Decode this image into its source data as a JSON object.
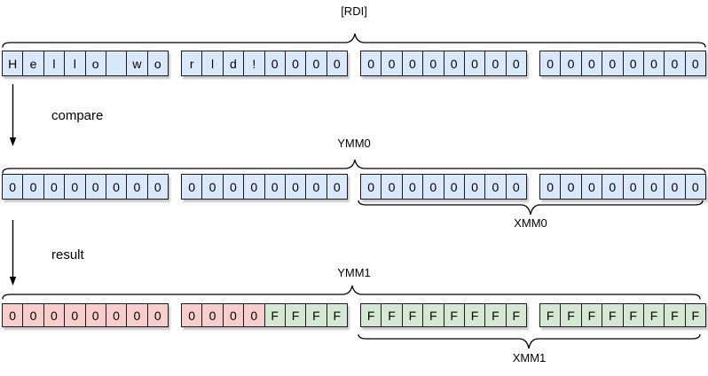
{
  "title": "SIMD string compare register diagram",
  "colors": {
    "background": "#ffffff",
    "cell_blue": "#dae8fc",
    "cell_pink": "#f8cecc",
    "cell_green": "#d5e8d4",
    "cell_border": "#1a1a1a",
    "line": "#000000"
  },
  "annotations": {
    "rdi": "[RDI]",
    "compare": "compare",
    "ymm0": "YMM0",
    "xmm0": "XMM0",
    "result": "result",
    "ymm1": "YMM1",
    "xmm1": "XMM1"
  },
  "icons": [
    "down-arrow-icon",
    "curly-brace"
  ],
  "rows": [
    {
      "name": "memory-rdi-row",
      "groups": [
        {
          "cells": [
            {
              "v": "H",
              "c": "blue"
            },
            {
              "v": "e",
              "c": "blue"
            },
            {
              "v": "l",
              "c": "blue"
            },
            {
              "v": "l",
              "c": "blue"
            },
            {
              "v": "o",
              "c": "blue"
            },
            {
              "v": " ",
              "c": "blue"
            },
            {
              "v": "w",
              "c": "blue"
            },
            {
              "v": "o",
              "c": "blue"
            }
          ]
        },
        {
          "cells": [
            {
              "v": "r",
              "c": "blue"
            },
            {
              "v": "l",
              "c": "blue"
            },
            {
              "v": "d",
              "c": "blue"
            },
            {
              "v": "!",
              "c": "blue"
            },
            {
              "v": "0",
              "c": "blue"
            },
            {
              "v": "0",
              "c": "blue"
            },
            {
              "v": "0",
              "c": "blue"
            },
            {
              "v": "0",
              "c": "blue"
            }
          ]
        },
        {
          "cells": [
            {
              "v": "0",
              "c": "blue"
            },
            {
              "v": "0",
              "c": "blue"
            },
            {
              "v": "0",
              "c": "blue"
            },
            {
              "v": "0",
              "c": "blue"
            },
            {
              "v": "0",
              "c": "blue"
            },
            {
              "v": "0",
              "c": "blue"
            },
            {
              "v": "0",
              "c": "blue"
            },
            {
              "v": "0",
              "c": "blue"
            }
          ]
        },
        {
          "cells": [
            {
              "v": "0",
              "c": "blue"
            },
            {
              "v": "0",
              "c": "blue"
            },
            {
              "v": "0",
              "c": "blue"
            },
            {
              "v": "0",
              "c": "blue"
            },
            {
              "v": "0",
              "c": "blue"
            },
            {
              "v": "0",
              "c": "blue"
            },
            {
              "v": "0",
              "c": "blue"
            },
            {
              "v": "0",
              "c": "blue"
            }
          ]
        }
      ]
    },
    {
      "name": "ymm0-row",
      "groups": [
        {
          "cells": [
            {
              "v": "0",
              "c": "blue"
            },
            {
              "v": "0",
              "c": "blue"
            },
            {
              "v": "0",
              "c": "blue"
            },
            {
              "v": "0",
              "c": "blue"
            },
            {
              "v": "0",
              "c": "blue"
            },
            {
              "v": "0",
              "c": "blue"
            },
            {
              "v": "0",
              "c": "blue"
            },
            {
              "v": "0",
              "c": "blue"
            }
          ]
        },
        {
          "cells": [
            {
              "v": "0",
              "c": "blue"
            },
            {
              "v": "0",
              "c": "blue"
            },
            {
              "v": "0",
              "c": "blue"
            },
            {
              "v": "0",
              "c": "blue"
            },
            {
              "v": "0",
              "c": "blue"
            },
            {
              "v": "0",
              "c": "blue"
            },
            {
              "v": "0",
              "c": "blue"
            },
            {
              "v": "0",
              "c": "blue"
            }
          ]
        },
        {
          "cells": [
            {
              "v": "0",
              "c": "blue"
            },
            {
              "v": "0",
              "c": "blue"
            },
            {
              "v": "0",
              "c": "blue"
            },
            {
              "v": "0",
              "c": "blue"
            },
            {
              "v": "0",
              "c": "blue"
            },
            {
              "v": "0",
              "c": "blue"
            },
            {
              "v": "0",
              "c": "blue"
            },
            {
              "v": "0",
              "c": "blue"
            }
          ]
        },
        {
          "cells": [
            {
              "v": "0",
              "c": "blue"
            },
            {
              "v": "0",
              "c": "blue"
            },
            {
              "v": "0",
              "c": "blue"
            },
            {
              "v": "0",
              "c": "blue"
            },
            {
              "v": "0",
              "c": "blue"
            },
            {
              "v": "0",
              "c": "blue"
            },
            {
              "v": "0",
              "c": "blue"
            },
            {
              "v": "0",
              "c": "blue"
            }
          ]
        }
      ]
    },
    {
      "name": "ymm1-result-row",
      "groups": [
        {
          "cells": [
            {
              "v": "0",
              "c": "pink"
            },
            {
              "v": "0",
              "c": "pink"
            },
            {
              "v": "0",
              "c": "pink"
            },
            {
              "v": "0",
              "c": "pink"
            },
            {
              "v": "0",
              "c": "pink"
            },
            {
              "v": "0",
              "c": "pink"
            },
            {
              "v": "0",
              "c": "pink"
            },
            {
              "v": "0",
              "c": "pink"
            }
          ]
        },
        {
          "cells": [
            {
              "v": "0",
              "c": "pink"
            },
            {
              "v": "0",
              "c": "pink"
            },
            {
              "v": "0",
              "c": "pink"
            },
            {
              "v": "0",
              "c": "pink"
            },
            {
              "v": "F",
              "c": "green"
            },
            {
              "v": "F",
              "c": "green"
            },
            {
              "v": "F",
              "c": "green"
            },
            {
              "v": "F",
              "c": "green"
            }
          ]
        },
        {
          "cells": [
            {
              "v": "F",
              "c": "green"
            },
            {
              "v": "F",
              "c": "green"
            },
            {
              "v": "F",
              "c": "green"
            },
            {
              "v": "F",
              "c": "green"
            },
            {
              "v": "F",
              "c": "green"
            },
            {
              "v": "F",
              "c": "green"
            },
            {
              "v": "F",
              "c": "green"
            },
            {
              "v": "F",
              "c": "green"
            }
          ]
        },
        {
          "cells": [
            {
              "v": "F",
              "c": "green"
            },
            {
              "v": "F",
              "c": "green"
            },
            {
              "v": "F",
              "c": "green"
            },
            {
              "v": "F",
              "c": "green"
            },
            {
              "v": "F",
              "c": "green"
            },
            {
              "v": "F",
              "c": "green"
            },
            {
              "v": "F",
              "c": "green"
            },
            {
              "v": "F",
              "c": "green"
            }
          ]
        }
      ]
    }
  ]
}
